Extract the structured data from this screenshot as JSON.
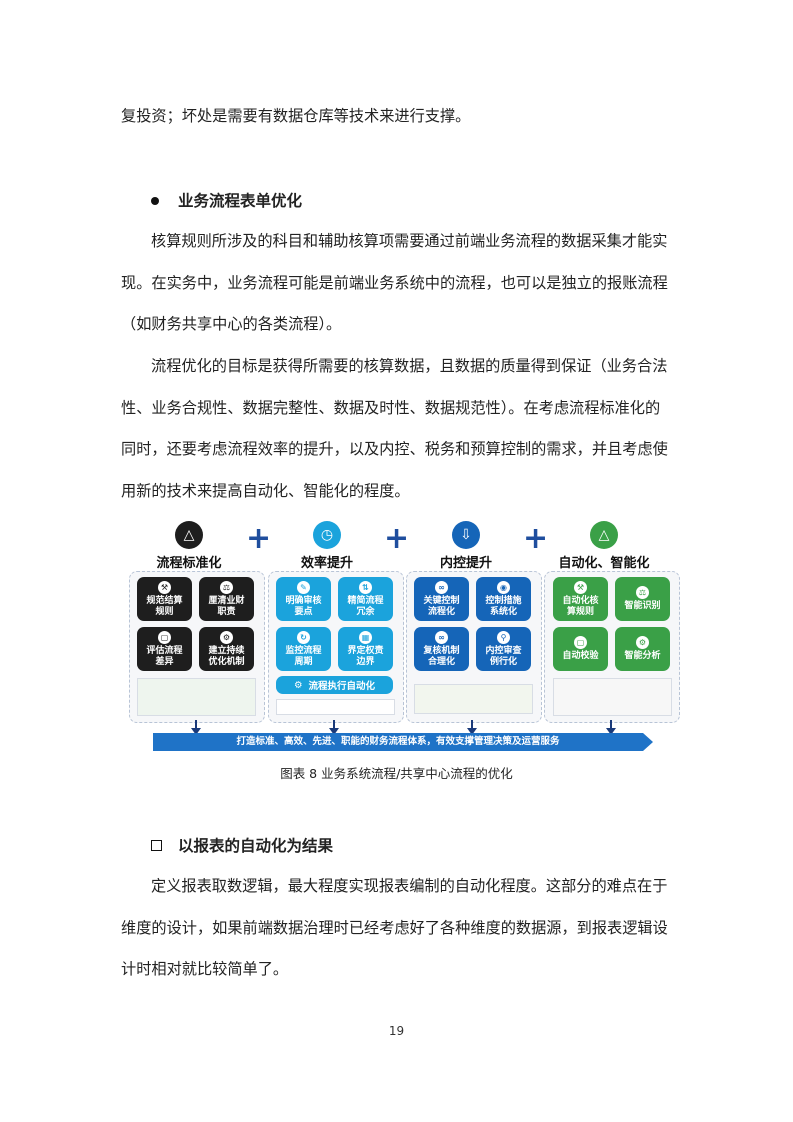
{
  "para0": "复投资；坏处是需要有数据仓库等技术来进行支撑。",
  "heading1": "业务流程表单优化",
  "para1": "核算规则所涉及的科目和辅助核算项需要通过前端业务流程的数据采集才能实现。在实务中，业务流程可能是前端业务系统中的流程，也可以是独立的报账流程（如财务共享中心的各类流程）。",
  "para2": "流程优化的目标是获得所需要的核算数据，且数据的质量得到保证（业务合法性、业务合规性、数据完整性、数据及时性、数据规范性）。在考虑流程标准化的同时，还要考虑流程效率的提升，以及内控、税务和预算控制的需求，并且考虑使用新的技术来提高自动化、智能化的程度。",
  "figure": {
    "columns": [
      {
        "title": "流程标准化",
        "tiles": [
          "规范结算\n规则",
          "厘清业财\n职责",
          "评估流程\n差异",
          "建立持续\n优化机制"
        ]
      },
      {
        "title": "效率提升",
        "tiles": [
          "明确审核\n要点",
          "精简流程\n冗余",
          "监控流程\n周期",
          "界定权责\n边界"
        ],
        "wide": "流程执行自动化"
      },
      {
        "title": "内控提升",
        "tiles": [
          "关键控制\n流程化",
          "控制措施\n系统化",
          "复核机制\n合理化",
          "内控审查\n例行化"
        ]
      },
      {
        "title": "自动化、智能化",
        "tiles": [
          "自动化核\n算规则",
          "智能识别",
          "自动校验",
          "智能分析"
        ]
      }
    ],
    "plus": "+",
    "banner": "打造标准、高效、先进、职能的财务流程体系，有效支撑管理决策及运营服务",
    "colors": {
      "dark": "#1e1e1e",
      "cyan": "#1ba3dc",
      "blue": "#1565b8",
      "green": "#3aa047",
      "navy": "#1a3a7a",
      "banner": "#1f73c7"
    }
  },
  "caption": "图表 8 业务系统流程/共享中心流程的优化",
  "heading2": "以报表的自动化为结果",
  "para3": "定义报表取数逻辑，最大程度实现报表编制的自动化程度。这部分的难点在于维度的设计，如果前端数据治理时已经考虑好了各种维度的数据源，到报表逻辑设计时相对就比较简单了。",
  "page_number": "19"
}
